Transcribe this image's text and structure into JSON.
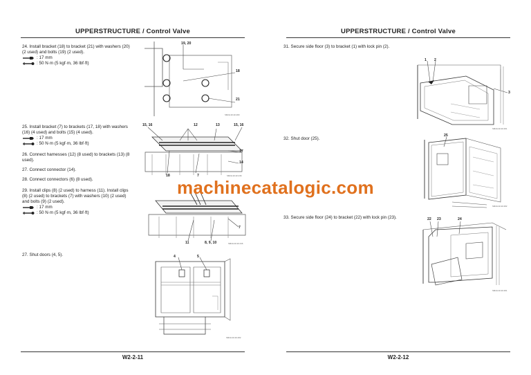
{
  "watermark": "machinecatalogic.com",
  "left_page": {
    "header": "UPPERSTRUCTURE / Control Valve",
    "page_number": "W2-2-11",
    "steps": {
      "s24": {
        "text": "24. Install bracket (18) to bracket (21) with washers (20) (2 used) and bolts (19) (2 used).",
        "wrench": ": 17 mm",
        "torque": ": 50 N·m (5 kgf·m, 36 lbf·ft)"
      },
      "s25": {
        "text": "25. Install bracket (7) to brackets (17, 18) with washers (16) (4 used) and bolts (15) (4 used).",
        "wrench": ": 17 mm",
        "torque": ": 50 N·m (5 kgf·m, 36 lbf·ft)"
      },
      "s26": {
        "text": "26. Connect harnesses (12) (8 used) to brackets (13) (8 used)."
      },
      "s27a": {
        "text": "27. Connect connector (14)."
      },
      "s28": {
        "text": "28. Connect connectors (6) (8 used)."
      },
      "s29": {
        "text": "29. Install clips (8) (2 used) to harness (11). Install clips (8) (2 used) to brackets (7) with washers (10) (2 used) and bolts (9) (2 used).",
        "wrench": ": 17 mm",
        "torque": ": 50 N·m (5 kgf·m, 36 lbf·ft)"
      },
      "s27b": {
        "text": "27. Shut doors (4, 5)."
      }
    },
    "figures": {
      "f1": {
        "callouts": [
          "19, 20",
          "18",
          "21"
        ],
        "ref": "SM2H-02-02-000"
      },
      "f2": {
        "callouts": [
          "15, 16",
          "12",
          "13",
          "15, 16",
          "17",
          "14",
          "18",
          "7"
        ],
        "ref": "SM2H-02-02-016"
      },
      "f3": {
        "callouts": [
          "7",
          "11",
          "8, 9, 10"
        ],
        "ref": "SM2H-02-02-016"
      },
      "f4": {
        "callouts": [
          "4",
          "5"
        ],
        "ref": "SM2H-02-02-002"
      }
    }
  },
  "right_page": {
    "header": "UPPERSTRUCTURE / Control Valve",
    "page_number": "W2-2-12",
    "steps": {
      "s31": {
        "text": "31. Secure side floor (3) to bracket (1) with lock pin (2)."
      },
      "s32": {
        "text": "32. Shut door (25)."
      },
      "s33": {
        "text": "33. Secure side floor (24) to bracket (22) with lock pin (23)."
      }
    },
    "figures": {
      "f1": {
        "callouts": [
          "1",
          "2",
          "3"
        ],
        "ref": "SM2H-02-02-001"
      },
      "f2": {
        "callouts": [
          "25"
        ],
        "ref": "SM2H-02-02-002"
      },
      "f3": {
        "callouts": [
          "22",
          "23",
          "24"
        ],
        "ref": "SM2H-02-02-001"
      }
    }
  },
  "icons": {
    "wrench": "wrench-icon",
    "torque": "torque-wrench-icon"
  }
}
